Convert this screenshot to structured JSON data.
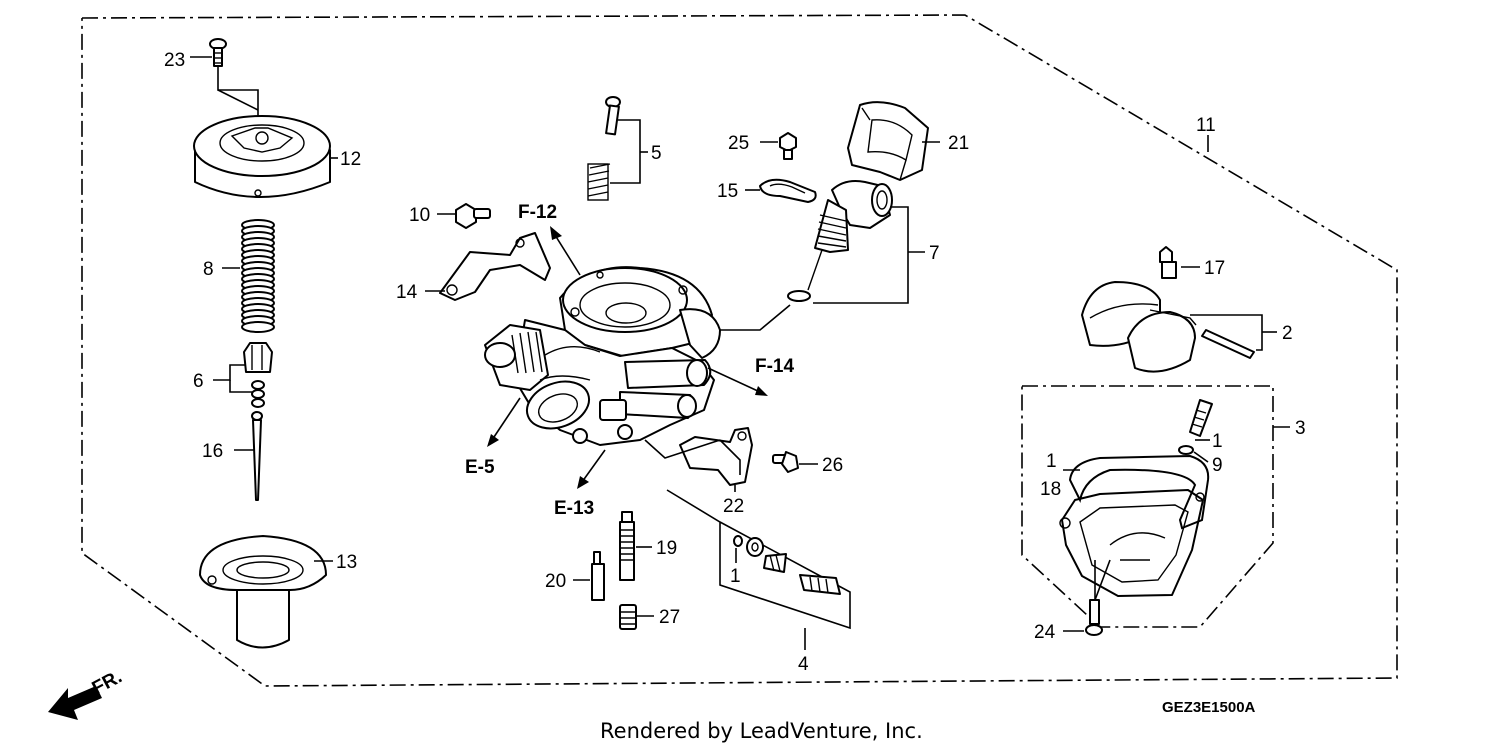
{
  "diagram": {
    "drawing_code": "GEZ3E1500A",
    "credit": "Rendered by LeadVenture, Inc.",
    "direction_label": "FR.",
    "part_numbers": [
      "1",
      "2",
      "3",
      "4",
      "5",
      "6",
      "7",
      "8",
      "9",
      "10",
      "11",
      "12",
      "13",
      "14",
      "15",
      "16",
      "17",
      "18",
      "19",
      "20",
      "21",
      "22",
      "23",
      "24",
      "25",
      "26",
      "27"
    ],
    "extra_labels": {
      "n1_b": "1",
      "n1_c": "1"
    },
    "ref_labels": {
      "e5": "E-5",
      "e13": "E-13",
      "f12": "F-12",
      "f14": "F-14"
    }
  }
}
